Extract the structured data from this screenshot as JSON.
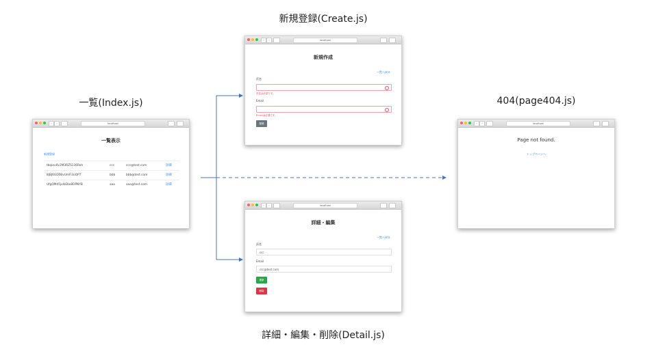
{
  "captions": {
    "index": "一覧(Index.js)",
    "create": "新規登録(Create.js)",
    "notfound": "404(page404.js)",
    "detail": "詳細・編集・削除(Detail.js)"
  },
  "browser": {
    "url": "localhost"
  },
  "colors": {
    "arrow": "#4472c4",
    "link": "#3a8ef6",
    "error": "#e05060",
    "update": "#28a745",
    "delete": "#dc3545",
    "submit": "#6c757d"
  },
  "index": {
    "title": "一覧表示",
    "new_link": "新規登録",
    "rows": [
      {
        "id": "tbqieu0v2M3RZS136Roh",
        "name": "ccc",
        "email": "ccc@test.com",
        "action": "詳細"
      },
      {
        "id": "8jBJ6GD0BvUmFi3oQP7",
        "name": "bbb",
        "email": "bbb@test.com",
        "action": "詳細"
      },
      {
        "id": "UfgQMd5jvlkEbo8DPNYB",
        "name": "aaa",
        "email": "aaa@test.com",
        "action": "詳細"
      }
    ]
  },
  "create": {
    "title": "新規作成",
    "back_link": "一覧へ戻る",
    "name_label": "氏名",
    "name_error": "氏名は必須です。",
    "email_label": "Email",
    "email_error": "Emailは必須です。",
    "submit": "登録"
  },
  "detail": {
    "title": "詳細・編集",
    "back_link": "一覧へ戻る",
    "name_label": "氏名",
    "name_value": "ccc",
    "email_label": "Email",
    "email_value": "ccc@test.com",
    "update": "更新",
    "delete": "削除"
  },
  "notfound": {
    "title": "Page not found.",
    "top_link": "トップページへ"
  }
}
